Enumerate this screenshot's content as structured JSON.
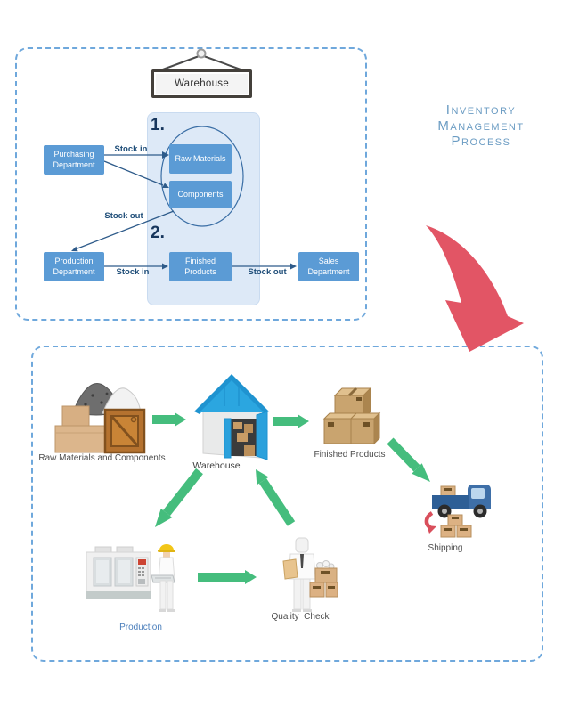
{
  "title": {
    "line1": "Inventory",
    "line2": "Management",
    "line3": "Process"
  },
  "top_panel": {
    "sign_label": "Warehouse",
    "step1": "1.",
    "step2": "2.",
    "boxes": {
      "purchasing": "Purchasing Department",
      "raw_materials": "Raw Materials",
      "components": "Components",
      "production": "Production Department",
      "finished": "Finished Products",
      "sales": "Sales Department"
    },
    "flow_labels": {
      "stock_in_1": "Stock in",
      "stock_out_1": "Stock out",
      "stock_in_2": "Stock in",
      "stock_out_2": "Stock out"
    }
  },
  "bottom_panel": {
    "labels": {
      "raw_materials": "Raw Materials and Components",
      "warehouse": "Warehouse",
      "finished_products": "Finished Products",
      "shipping": "Shipping",
      "production": "Production",
      "quality_check": "Quality  Check"
    }
  },
  "colors": {
    "box_blue": "#5b9bd5",
    "panel_dash_blue": "#6fa8dc",
    "inner_container_blue": "#dde9f7",
    "dark_navy_text": "#1f4e79",
    "connector_blue": "#2e5b8a",
    "title_blue": "#6b9cc3",
    "red_arrow": "#e25565",
    "green_arrow": "#45bd7d",
    "label_gray": "#4d4d4d",
    "production_label_blue": "#4a7ebb"
  }
}
